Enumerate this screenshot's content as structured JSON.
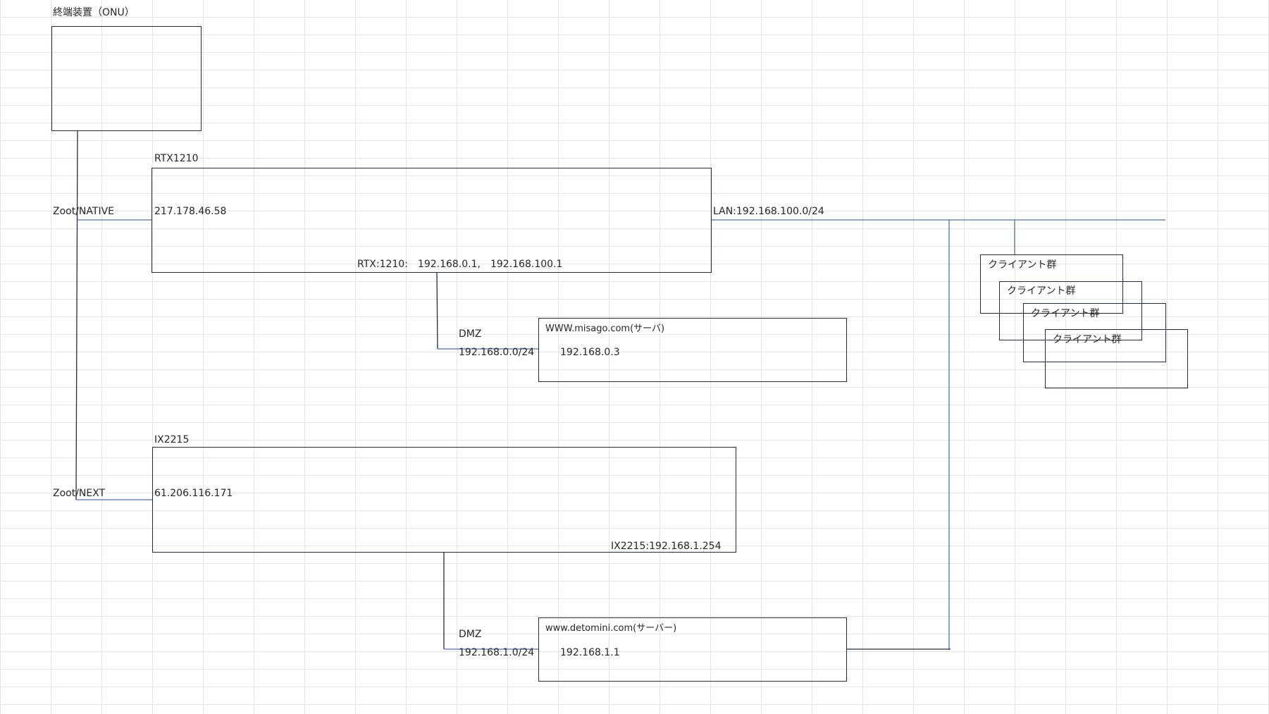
{
  "colors": {
    "line_blue": "#4a72b0",
    "line_dark": "#1f2d44",
    "grid": "#e3e3e3"
  },
  "onu": {
    "title": "終端装置（ONU）"
  },
  "rtx": {
    "title": "RTX1210",
    "wan_ip": "217.178.46.58",
    "inner_addresses": "RTX:1210:　192.168.0.1,　192.168.100.1",
    "lan": "LAN:192.168.100.0/24",
    "uplink": "Zoot/NATIVE"
  },
  "ix": {
    "title": "IX2215",
    "wan_ip": "61.206.116.171",
    "inner_address": "IX2215:192.168.1.254",
    "uplink": "Zoot/NEXT"
  },
  "dmz1": {
    "label": "DMZ",
    "subnet": "192.168.0.0/24"
  },
  "dmz2": {
    "label": "DMZ",
    "subnet": "192.168.1.0/24"
  },
  "server1": {
    "name": "WWW.misago.com(サーバ)",
    "ip": "192.168.0.3"
  },
  "server2": {
    "name": "www.detomini.com(サーバー)",
    "ip": "192.168.1.1"
  },
  "clients": [
    {
      "label": "クライアント群"
    },
    {
      "label": "クライアント群"
    },
    {
      "label": "クライアント群"
    },
    {
      "label": "クライアント群"
    }
  ]
}
